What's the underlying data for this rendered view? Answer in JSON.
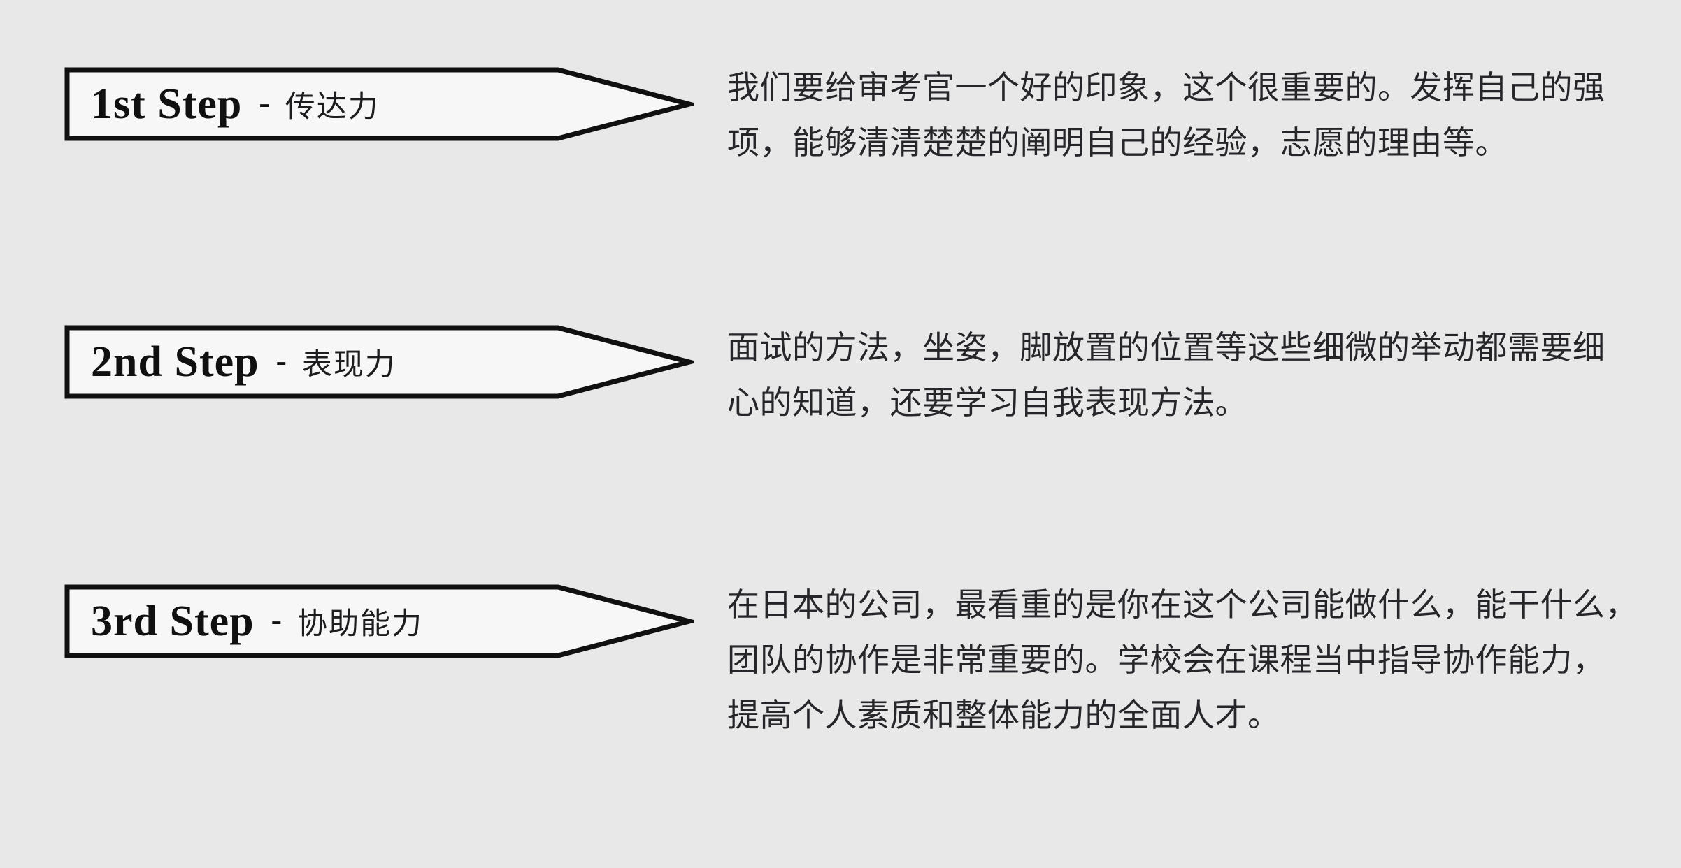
{
  "page": {
    "background_color": "#e8e8e8",
    "banner_fill_color": "#f7f7f7",
    "banner_border_color": "#101010",
    "body_text_color": "#26262a"
  },
  "steps": [
    {
      "banner_en": "1st Step",
      "banner_sep": "-",
      "banner_zh": "传达力",
      "description_lines": [
        "我们要给审考官一个好的印象，这个很重要的。发挥自己的强",
        "项，能够清清楚楚的阐明自己的经验，志愿的理由等。"
      ]
    },
    {
      "banner_en": "2nd Step",
      "banner_sep": "-",
      "banner_zh": "表现力",
      "description_lines": [
        "面试的方法，坐姿，脚放置的位置等这些细微的举动都需要细",
        "心的知道，还要学习自我表现方法。"
      ]
    },
    {
      "banner_en": "3rd Step",
      "banner_sep": "-",
      "banner_zh": "协助能力",
      "description_lines": [
        "在日本的公司，最看重的是你在这个公司能做什么，能干什么，",
        "团队的协作是非常重要的。学校会在课程当中指导协作能力，",
        "提高个人素质和整体能力的全面人才。"
      ]
    }
  ]
}
